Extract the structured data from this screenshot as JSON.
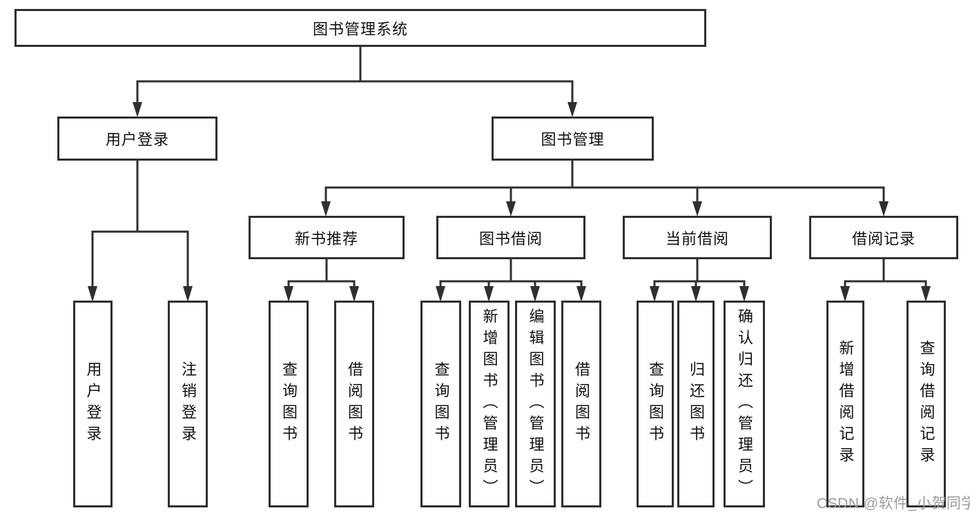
{
  "diagram": {
    "root": {
      "label": "图书管理系统"
    },
    "level2": [
      {
        "label": "用户登录"
      },
      {
        "label": "图书管理"
      }
    ],
    "level3": [
      {
        "label": "新书推荐"
      },
      {
        "label": "图书借阅"
      },
      {
        "label": "当前借阅"
      },
      {
        "label": "借阅记录"
      }
    ],
    "leaves": [
      {
        "label": "用户登录"
      },
      {
        "label": "注销登录"
      },
      {
        "label": "查询图书"
      },
      {
        "label": "借阅图书"
      },
      {
        "label": "查询图书"
      },
      {
        "label": "新增图书（管理员）"
      },
      {
        "label": "编辑图书（管理员）"
      },
      {
        "label": "借阅图书"
      },
      {
        "label": "查询图书"
      },
      {
        "label": "归还图书"
      },
      {
        "label": "确认归还（管理员）"
      },
      {
        "label": "新增借阅记录"
      },
      {
        "label": "查询借阅记录"
      }
    ]
  },
  "watermark": {
    "text": "CSDN @软件_小贺同学"
  },
  "colors": {
    "line": "#2f2f2f",
    "border": "#2f2f2f",
    "text": "#111111",
    "watermark": "#9b9b9b",
    "background": "#ffffff"
  }
}
